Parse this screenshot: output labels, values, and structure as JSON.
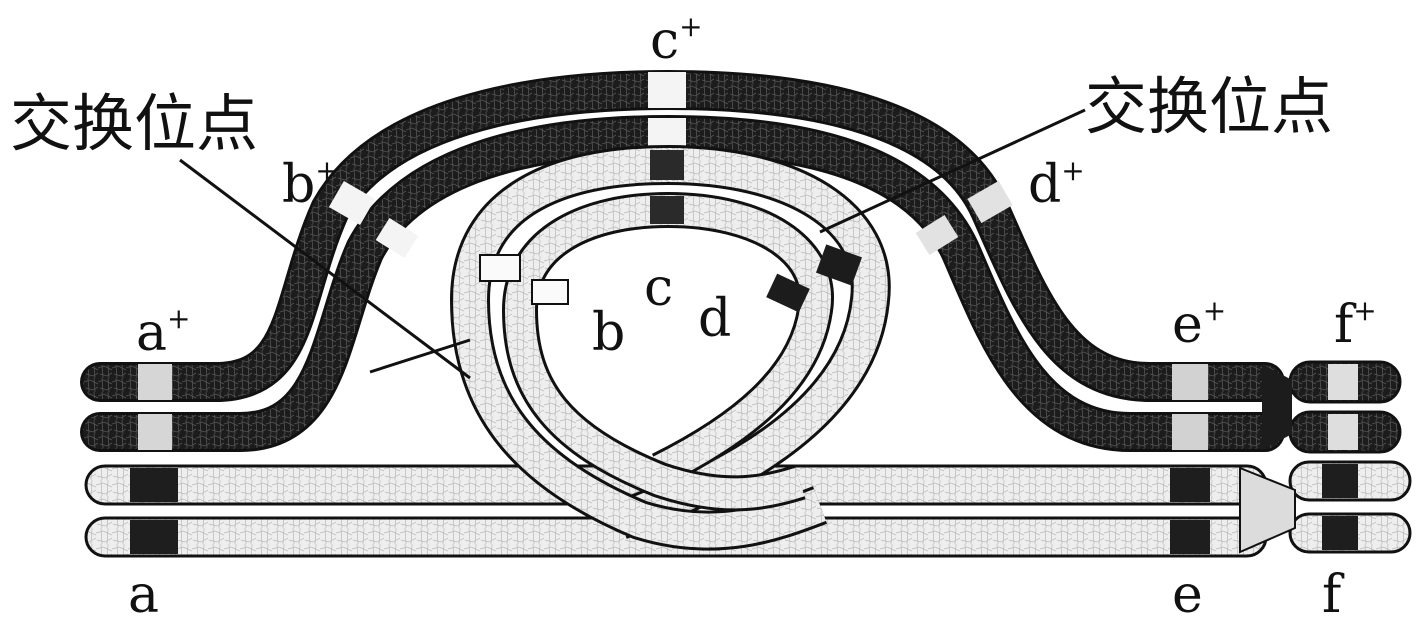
{
  "labels": {
    "crossover_left": "交换位点",
    "crossover_right": "交换位点",
    "upper_chromosome": {
      "a": {
        "letter": "a",
        "sup": "+"
      },
      "b": {
        "letter": "b",
        "sup": "+"
      },
      "c": {
        "letter": "c",
        "sup": "+"
      },
      "d": {
        "letter": "d",
        "sup": "+"
      },
      "e": {
        "letter": "e",
        "sup": "+"
      },
      "f": {
        "letter": "f",
        "sup": "+"
      }
    },
    "lower_chromosome": {
      "a": "a",
      "b": "b",
      "c": "c",
      "d": "d",
      "e": "e",
      "f": "f"
    }
  },
  "colors": {
    "dark_chromatid": "#1a1a1a",
    "light_chromatid": "#ececec",
    "outline": "#111111",
    "band_light": "#f4f4f4",
    "band_dark": "#222222"
  }
}
